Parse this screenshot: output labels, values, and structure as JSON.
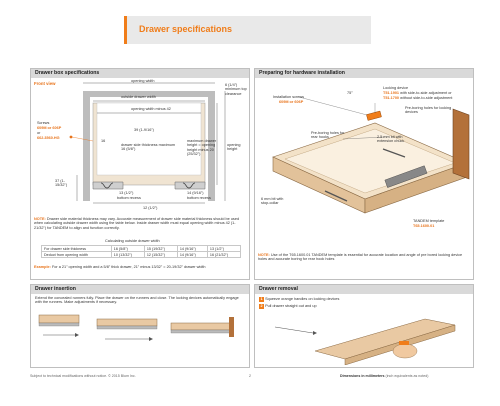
{
  "title": "Drawer specifications",
  "box_panel": {
    "header": "Drawer box specifications",
    "front_view": "Front view",
    "labels": {
      "opening_width": "opening width",
      "outside_drawer_width": "outside drawer width",
      "opening_width_minus_42": "opening width minus 42",
      "min_top_clearance": "6 (1/4\") minimum top clearance",
      "dim_39": "39 (1-9/16\")",
      "dim_16": "16",
      "side_thickness": "drawer side thickness maximum 16 (5/8\")",
      "max_drawer_height": "maximum drawer height = opening height minus 20 (25/32\")",
      "opening_height": "opening height",
      "screws_label": "Screws",
      "screw_1": "609M or 606P",
      "screw_or": "or",
      "screw_2": "662.3560.HG",
      "dim_37": "37 (1-15/32\")",
      "dim_13": "13 (1/2\")",
      "dim_13_sub": "bottom recess",
      "dim_14": "14 (9/16\")",
      "dim_14_sub": "bottom recess",
      "dim_12": "12 (1/2\")"
    },
    "note_label": "NOTE:",
    "note_text": "Drawer side material thickness may vary. Accurate measurement of drawer side material thickness should be used when calculating outside drawer width using the table below. Inside drawer width must equal opening width minus 42 (1-21/32\") for TANDEM to align and function correctly.",
    "calc_title": "Calculating outside drawer width",
    "table": [
      [
        "For drawer side thickness",
        "16 (5/8\")",
        "15 (19/32\")",
        "14 (9/16\")",
        "13 (1/2\")"
      ],
      [
        "Deduct from opening width",
        "10 (13/32\")",
        "12 (15/32\")",
        "14 (9/16\")",
        "16 (21/32\")"
      ]
    ],
    "example_label": "Example:",
    "example_text": "For a 21\" opening width and a 5/8\" thick drawer, 21\" minus 13/32\" = 20-19/32\" drawer width"
  },
  "prep_panel": {
    "header": "Preparing for hardware installation",
    "labels": {
      "install_screws": "Installation screws",
      "install_screw_spec": "609M or 606P",
      "angle": "75°",
      "locking_device": "Locking device",
      "ld_code_1": "T51.1901",
      "ld_text_1": "with side-to-side adjustment or",
      "ld_code_2": "T51.1700",
      "ld_text_2": "without side-to-side adjustment",
      "preboring_label": "Pre-boring holes for locking devices",
      "rear_hook_label": "Pre-boring holes for rear hooks",
      "drill_bit": "2.5 mm bit with extension chuck",
      "drill_6mm": "6 mm bit with stop-collar",
      "template_label": "TANDEM template",
      "template_code": "T65.1600.01"
    },
    "note_label": "NOTE:",
    "note_text": "Use of the T65.1600.01 TANDEM template is essential for accurate location and angle of pre bored locking device holes and accurate boring for rear hook holes"
  },
  "insert_panel": {
    "header": "Drawer insertion",
    "text": "Extend the concealed runners fully. Place the drawer on the runners and close. The locking devices automatically engage with the runners. Make adjustments if necessary."
  },
  "removal_panel": {
    "header": "Drawer removal",
    "steps": [
      {
        "num": "1",
        "text": "Squeeze orange handles on locking devices"
      },
      {
        "num": "2",
        "text": "Pull drawer straight out and up"
      }
    ]
  },
  "footer": {
    "left": "Subject to technical modifications without notice. © 2015 Blum Inc.",
    "page": "2",
    "right_bold": "Dimensions in millimeters",
    "right": "(inch equivalents as noted)"
  },
  "colors": {
    "accent": "#f07d1a",
    "panel_header": "#d9d9d9",
    "wood": "#e9c9a3"
  }
}
